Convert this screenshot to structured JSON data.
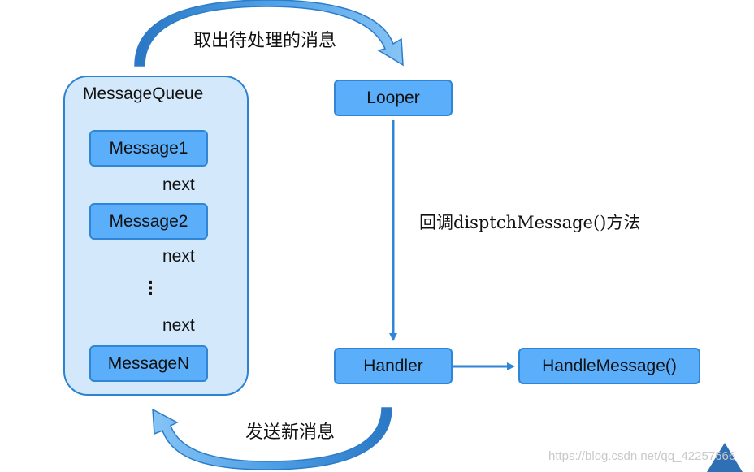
{
  "queue": {
    "title": "MessageQueue",
    "messages": [
      "Message1",
      "Message2",
      "MessageN"
    ],
    "next_labels": [
      "next",
      "next",
      "next"
    ],
    "ellipsis": "⋮"
  },
  "looper": {
    "label": "Looper"
  },
  "handler": {
    "label": "Handler"
  },
  "handle_message": {
    "label": "HandleMessage()"
  },
  "labels": {
    "top_arc": "取出待处理的消息",
    "bottom_arc": "发送新消息",
    "callback": "回调disptchMessage()方法"
  },
  "watermark": "https://blog.csdn.net/qq_42257666",
  "colors": {
    "box_fill": "#5aaefa",
    "box_border": "#2f86d6",
    "queue_fill": "#d3e9fb",
    "arrow": "#2f86d6"
  }
}
